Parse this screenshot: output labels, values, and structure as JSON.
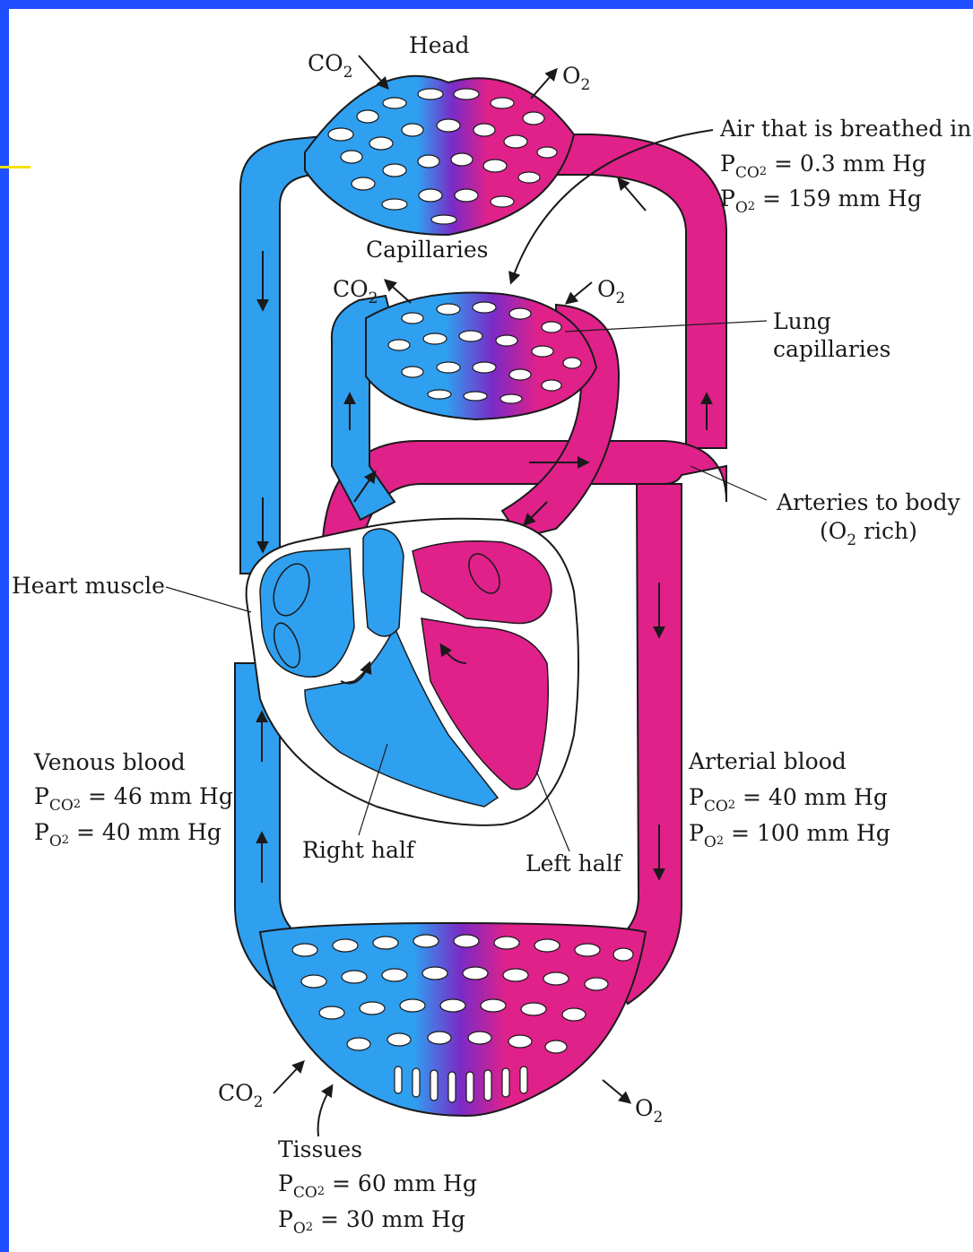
{
  "colors": {
    "venous": "#2f9ff0",
    "arterial": "#e0218a",
    "mixed": "#7a2bc6",
    "frame": "#1f4fff",
    "frame_accent": "#f7e000"
  },
  "labels": {
    "head": "Head",
    "capillaries": "Capillaries",
    "lung_capillaries_1": "Lung",
    "lung_capillaries_2": "capillaries",
    "heart_muscle": "Heart muscle",
    "arteries_to_body_1": "Arteries to body",
    "arteries_to_body_2": "(O",
    "arteries_to_body_sub": "2",
    "arteries_to_body_3": " rich)",
    "right_half": "Right half",
    "left_half": "Left half",
    "venous_blood": "Venous blood",
    "arterial_blood": "Arterial blood",
    "tissues": "Tissues",
    "air_breathed_in": "Air that is breathed in"
  },
  "gases": {
    "co2": "CO",
    "o2": "O",
    "sub": "2"
  },
  "pressures": {
    "p": "P",
    "co2_sub": "CO",
    "o2_sub": "O",
    "sub2": "2",
    "air_co2": "= 0.3 mm Hg",
    "air_o2": "= 159 mm Hg",
    "venous_co2": "= 46 mm Hg",
    "venous_o2": "= 40 mm Hg",
    "arterial_co2": "= 40 mm Hg",
    "arterial_o2": "= 100 mm Hg",
    "tissue_co2": "= 60 mm Hg",
    "tissue_o2": "= 30 mm Hg"
  }
}
